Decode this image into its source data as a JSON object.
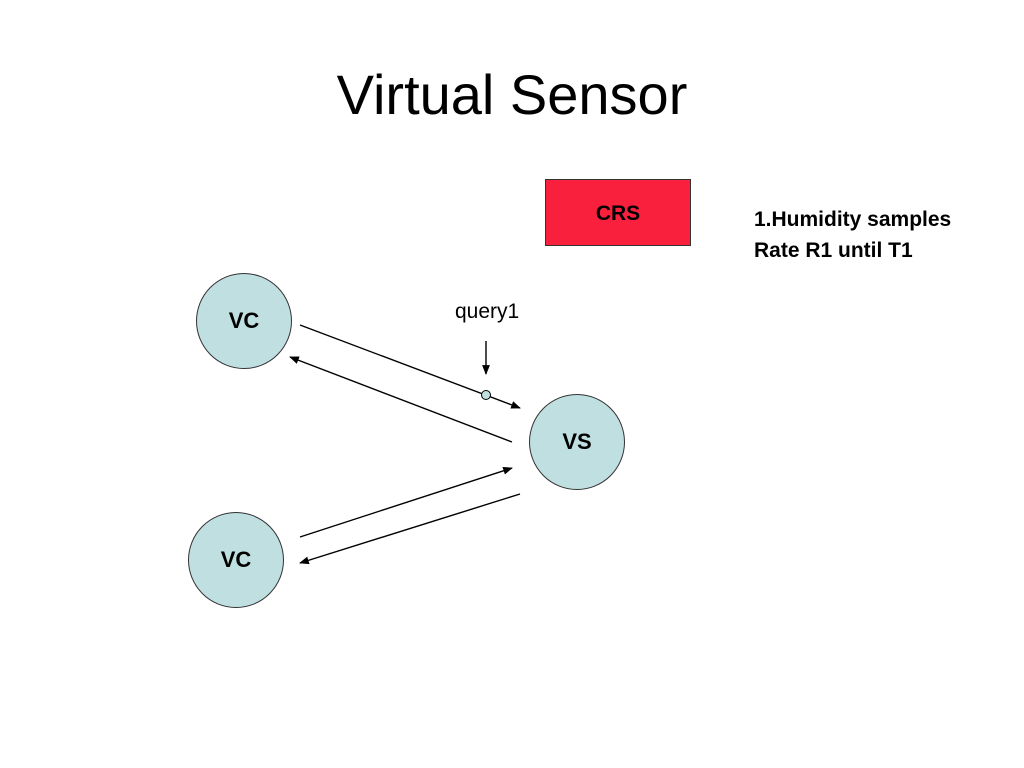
{
  "title": "Virtual Sensor",
  "nodes": {
    "vc_top": "VC",
    "vc_bottom": "VC",
    "vs": "VS",
    "crs": "CRS"
  },
  "query_label": "query1",
  "note": {
    "line1": "1.Humidity samples",
    "line2": "Rate R1 until T1"
  },
  "colors": {
    "node_fill": "#bfdfe1",
    "crs_fill": "#f8203c"
  }
}
